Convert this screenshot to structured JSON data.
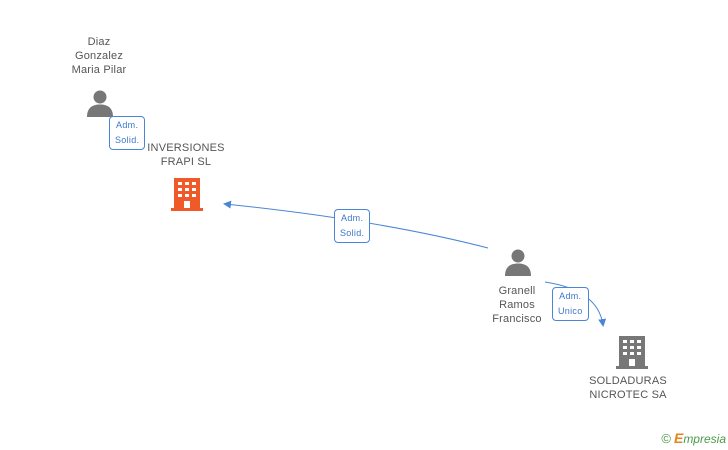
{
  "nodes": {
    "diaz": {
      "lines": [
        "Diaz",
        "Gonzalez",
        "Maria Pilar"
      ],
      "icon": "person-icon",
      "color": "#777777"
    },
    "inversiones": {
      "lines": [
        "INVERSIONES",
        "FRAPI SL"
      ],
      "icon": "building-icon",
      "color": "#f05a28"
    },
    "granell": {
      "lines": [
        "Granell",
        "Ramos",
        "Francisco"
      ],
      "icon": "person-icon",
      "color": "#777777"
    },
    "soldaduras": {
      "lines": [
        "SOLDADURAS",
        "NICROTEC SA"
      ],
      "icon": "building-icon",
      "color": "#777777"
    }
  },
  "edges": [
    {
      "from": "diaz",
      "to": "inversiones",
      "label": [
        "Adm.",
        "Solid."
      ]
    },
    {
      "from": "granell",
      "to": "inversiones",
      "label": [
        "Adm.",
        "Solid."
      ]
    },
    {
      "from": "granell",
      "to": "soldaduras",
      "label": [
        "Adm.",
        "Unico"
      ]
    }
  ],
  "colors": {
    "edge": "#4a86d6"
  },
  "footer": {
    "copyright": "©",
    "brand_first": "E",
    "brand_rest": "mpresia"
  }
}
